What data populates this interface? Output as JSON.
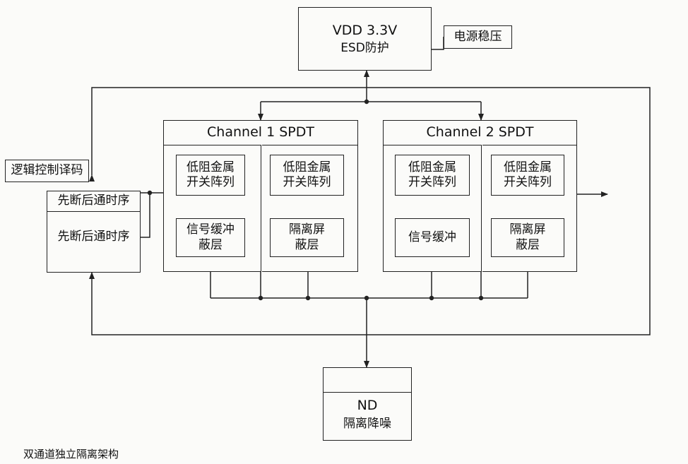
{
  "power": {
    "line1": "VDD 3.3V",
    "line2": "ESD防护"
  },
  "regulator": "电源稳压",
  "logic_decoder": "逻辑控制译码",
  "timing": {
    "header": "先断后通时序",
    "body": "先断后通时序"
  },
  "channel1": {
    "title": "Channel 1 SPDT",
    "switch_a": "低阻金属\n开关阵列",
    "switch_b": "低阻金属\n开关阵列",
    "buffer": "信号缓冲\n蔽层",
    "shield": "隔离屏\n蔽层"
  },
  "channel2": {
    "title": "Channel 2 SPDT",
    "switch_a": "低阻金属\n开关阵列",
    "switch_b": "低阻金属\n开关阵列",
    "buffer": "信号缓冲",
    "shield": "隔离屏\n蔽层"
  },
  "noise": {
    "line1": "ND",
    "line2": "隔离降噪"
  },
  "caption": "双通道独立隔离架构"
}
